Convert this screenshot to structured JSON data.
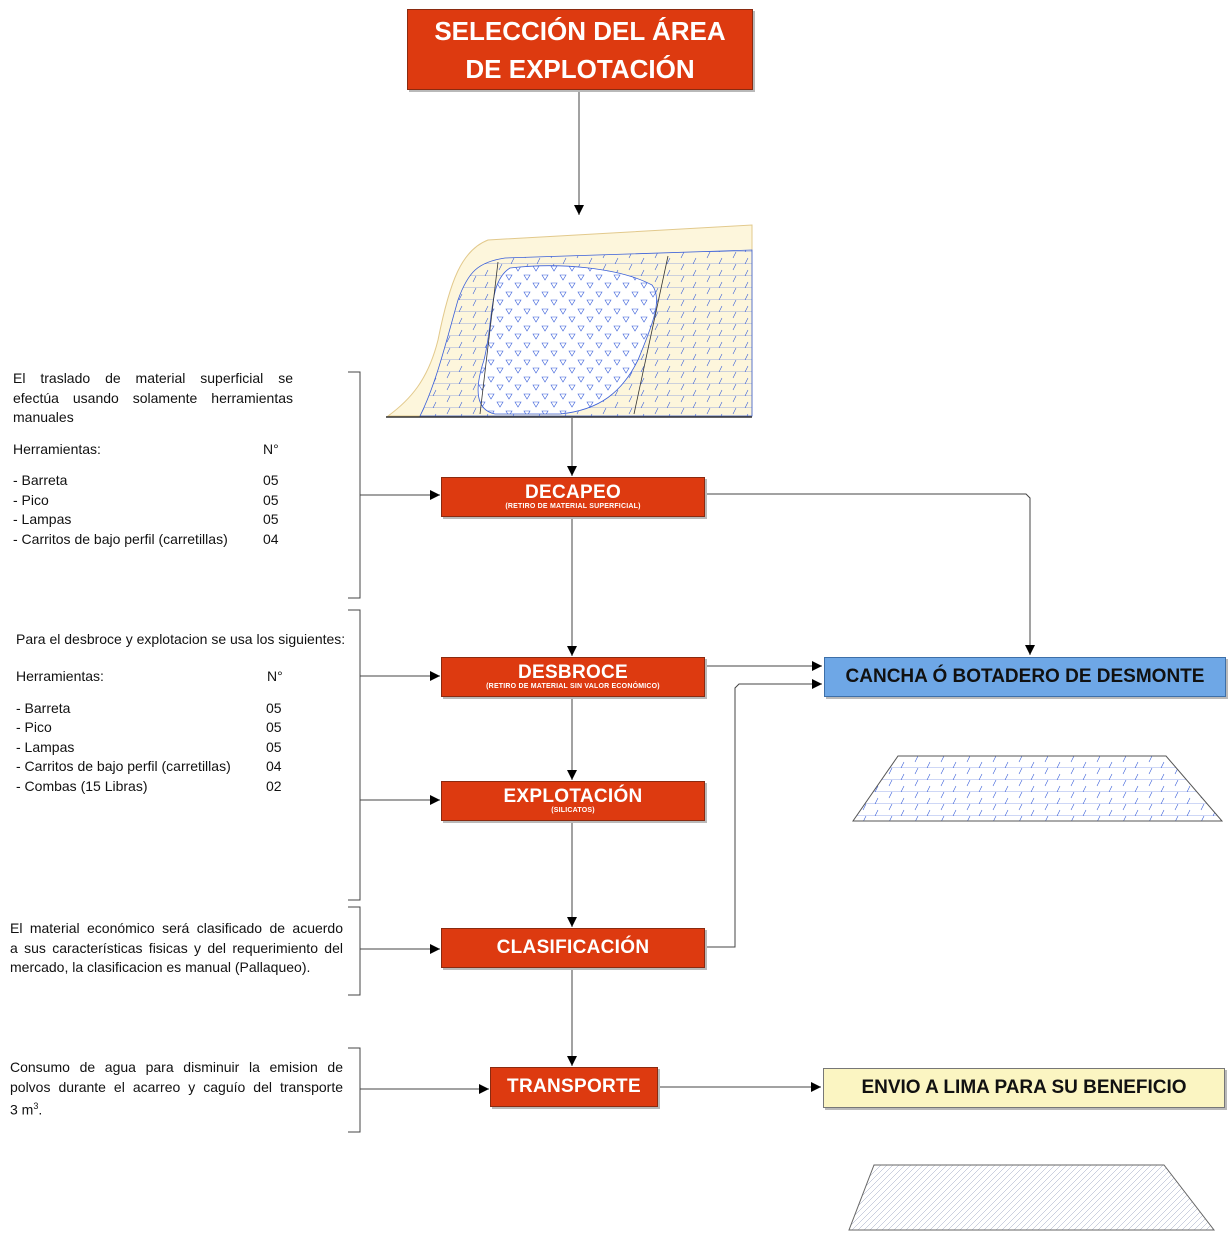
{
  "title": [
    "SELECCIÓN DEL ÁREA",
    "DE EXPLOTACIÓN"
  ],
  "steps": {
    "decapeo": {
      "label": "DECAPEO",
      "sub": "(RETIRO DE MATERIAL SUPERFICIAL)"
    },
    "desbroce": {
      "label": "DESBROCE",
      "sub": "(RETIRO DE MATERIAL SIN VALOR ECONÓMICO)"
    },
    "explotacion": {
      "label": "EXPLOTACIÓN",
      "sub": "(SILICATOS)"
    },
    "clasificacion": {
      "label": "CLASIFICACIÓN"
    },
    "transporte": {
      "label": "TRANSPORTE"
    }
  },
  "destinations": {
    "cancha": "CANCHA Ó BOTADERO DE DESMONTE",
    "envio": "ENVIO A LIMA PARA SU BENEFICIO"
  },
  "notes": {
    "decapeo": {
      "intro": [
        "El traslado de material superficial se",
        "efectúa usando solamente herramientas",
        "manuales"
      ],
      "tools_header": "Herramientas:",
      "num_header": "N°",
      "tools": [
        {
          "name": "- Barreta",
          "n": "05"
        },
        {
          "name": "- Pico",
          "n": "05"
        },
        {
          "name": "- Lampas",
          "n": "05"
        },
        {
          "name": "- Carritos de bajo perfil (carretillas)",
          "n": "04"
        }
      ]
    },
    "desbroce": {
      "intro": "Para el desbroce y explotacion se usa los siguientes:",
      "tools_header": "Herramientas:",
      "num_header": "N°",
      "tools": [
        {
          "name": "- Barreta",
          "n": "05"
        },
        {
          "name": "- Pico",
          "n": "05"
        },
        {
          "name": "- Lampas",
          "n": "05"
        },
        {
          "name": "- Carritos de bajo perfil (carretillas)",
          "n": "04"
        },
        {
          "name": "- Combas  (15 Libras)",
          "n": "02"
        }
      ]
    },
    "clasificacion": [
      "El material económico será clasificado de acuerdo",
      "a sus características fisicas y del requerimiento del",
      "mercado, la clasificacion es manual (Pallaqueo)."
    ],
    "transporte": {
      "lines": [
        "Consumo de agua para disminuir la emision de",
        "polvos  durante  el acarreo y caguío del transporte"
      ],
      "last": "3 m",
      "sup": "3",
      "end": "."
    }
  },
  "colors": {
    "step": "#dd3a10",
    "cancha": "#6ea7e6",
    "envio": "#fbf5c2",
    "hatch": "#3a5fd9"
  }
}
